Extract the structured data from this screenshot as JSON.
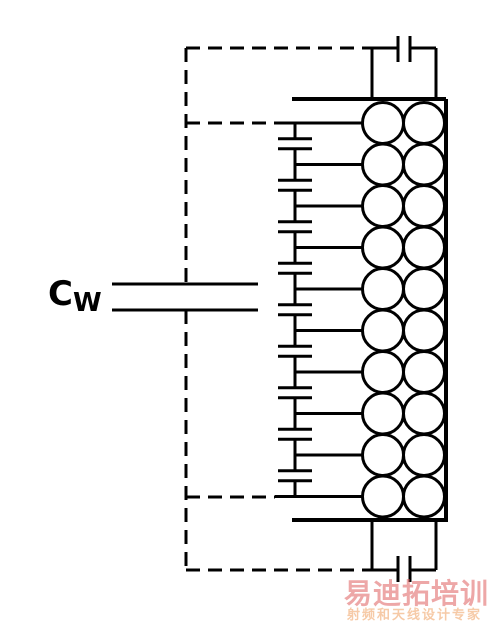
{
  "diagram": {
    "label_main": "C",
    "label_sub": "W",
    "turns": 10
  },
  "watermark": {
    "title": "易迪拓培训",
    "subtitle": "射频和天线设计专家",
    "title_color": "#e06060",
    "subtitle_color": "#f0a060"
  },
  "colors": {
    "ink": "#000000",
    "background": "#ffffff"
  }
}
